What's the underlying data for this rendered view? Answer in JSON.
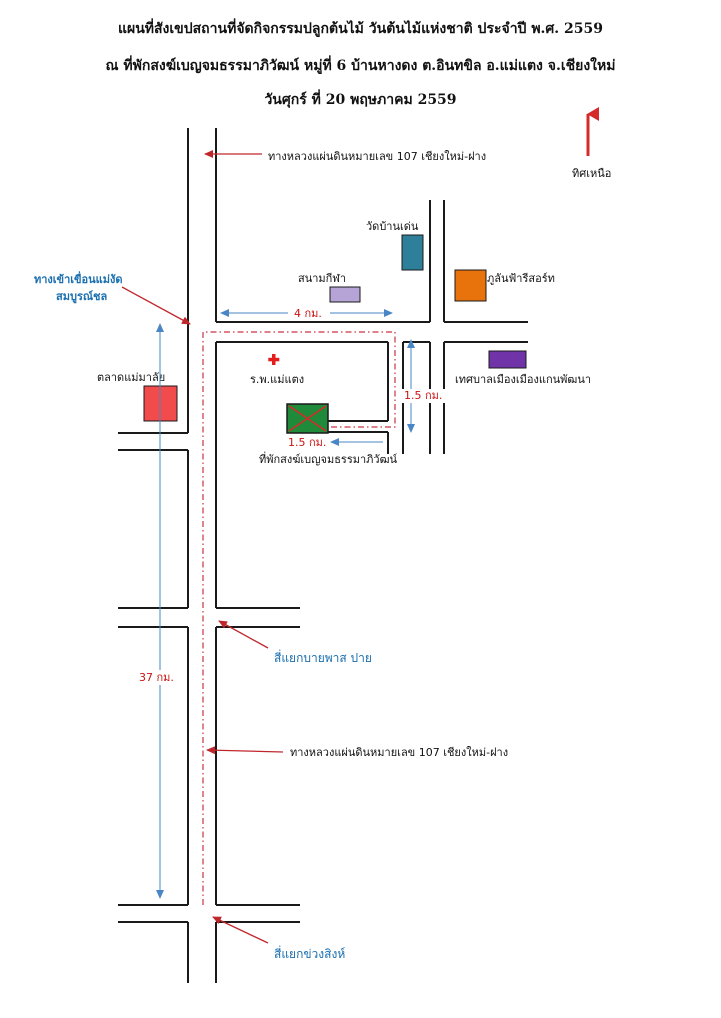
{
  "title": {
    "line1": "แผนที่สังเขปสถานที่จัดกิจกรรมปลูกต้นไม้ วันต้นไม้แห่งชาติ ประจำปี พ.ศ. 2559",
    "line2": "ณ ที่พักสงฆ์เบญจมธรรมาภิวัฒน์ หมู่ที่ 6 บ้านหางดง ต.อินทขิล อ.แม่แตง จ.เชียงใหม่",
    "line3": "วันศุกร์ ที่ 20 พฤษภาคม 2559"
  },
  "north": {
    "label": "ทิศเหนือ",
    "color": "#d42a2a"
  },
  "roads": {
    "highway_top": "ทางหลวงแผ่นดินหมายเลข 107 เชียงใหม่-ฝาง",
    "highway_mid": "ทางหลวงแผ่นดินหมายเลข 107 เชียงใหม่-ฝาง",
    "dam_entrance_line1": "ทางเข้าเขื่อนแม่งัด",
    "dam_entrance_line2": "สมบูรณ์ชล",
    "bypass_junction": "สี่แยกบายพาส ปาย",
    "khuang_sing_junction": "สี่แยกข่วงสิงห์"
  },
  "places": {
    "temple": {
      "label": "วัดบ้านเด่น",
      "color": "#2e7f99"
    },
    "stadium": {
      "label": "สนามกีฬา",
      "color": "#b7a4d6"
    },
    "resort": {
      "label": "ภูลันฟ้ารีสอร์ท",
      "color": "#e8730c"
    },
    "municipality": {
      "label": "เทศบาลเมืองเมืองแกนพัฒนา",
      "color": "#7034a8"
    },
    "market": {
      "label": "ตลาดแม่มาลัย",
      "color": "#f24b4b"
    },
    "hospital": {
      "label": "ร.พ.แม่แตง",
      "icon": "red-cross-icon",
      "color": "#e41c1c"
    },
    "monastery": {
      "label": "ที่พักสงฆ์เบญจมธรรมาภิวัฒน์",
      "color": "#1f8a3a"
    }
  },
  "distances": {
    "east_4km": "4 กม.",
    "south_1_5km": "1.5 กม.",
    "west_1_5km": "1.5 กม.",
    "total_37km": "37 กม."
  },
  "colors": {
    "arrow_red": "#c0272d",
    "measure_blue": "#4a86c5",
    "route_dash": "#cc3344"
  }
}
